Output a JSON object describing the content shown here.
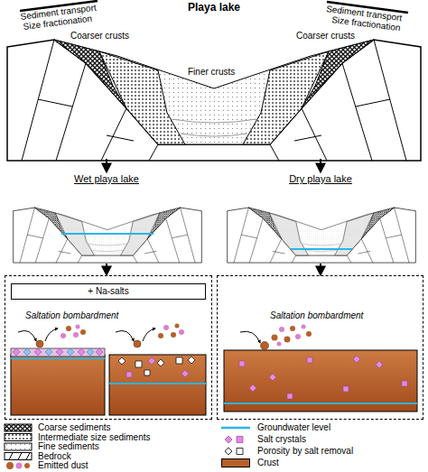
{
  "diagram": {
    "title": "Playa lake",
    "nodes": [
      {
        "text": [
          "Saltation bombardment"
        ]
      },
      {
        "text": [
          "+ Na-salts"
        ],
        "in": 0
      },
      {
        "text": [
          "Saltation bombardment"
        ]
      }
    ],
    "labels": [
      "Sediment transport",
      "Size fractionation",
      "Coarser crusts",
      "Finer crusts",
      "Sediment transport",
      "Size fractionation",
      "Coarser crusts",
      "Wet playa lake",
      "Dry playa lake"
    ],
    "legend": [
      {
        "text": "Coarse sediments"
      },
      {
        "text": "Intermediate size sediments"
      },
      {
        "text": "Fine sediments"
      },
      {
        "text": "Bedrock"
      },
      {
        "text": "Emitted dust"
      },
      {
        "text": "Groundwater level"
      },
      {
        "text": "Salt crystals"
      },
      {
        "text": "Porosity by salt removal"
      },
      {
        "text": "Crust",
        "color": "#b5602a"
      }
    ]
  }
}
